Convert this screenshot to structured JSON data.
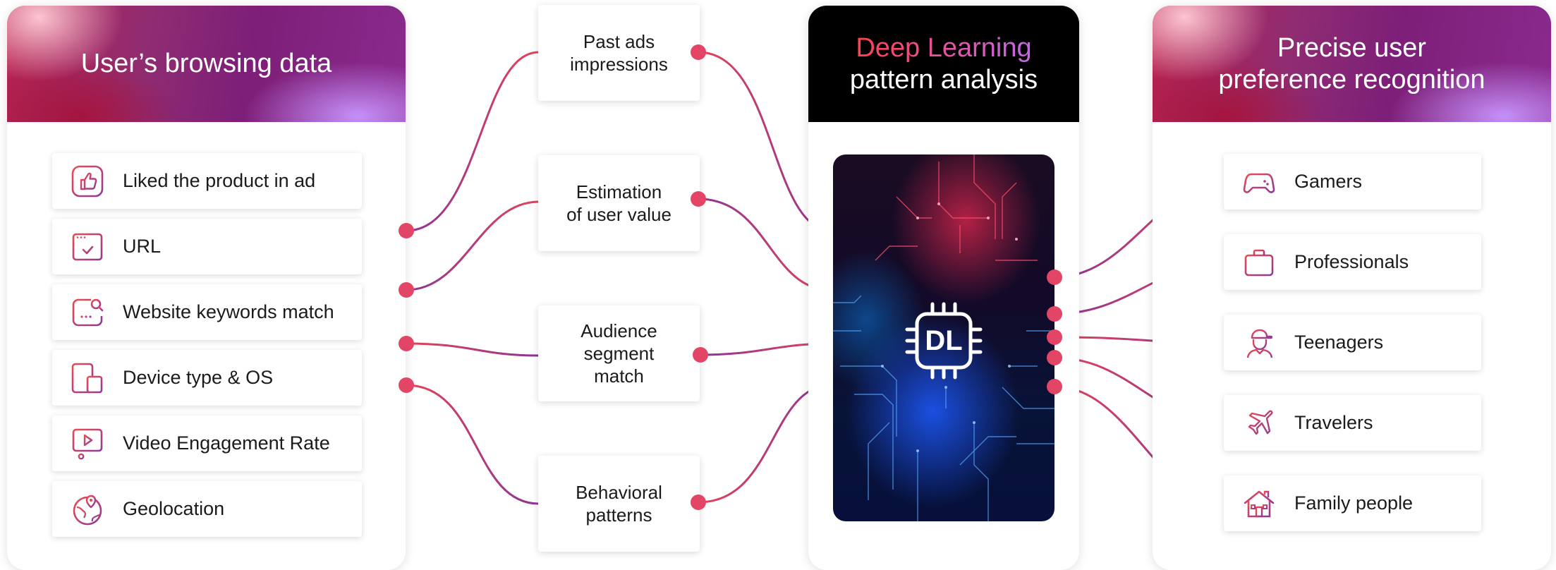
{
  "left_panel": {
    "title": "User’s browsing data",
    "items": [
      {
        "label": "Liked the product in ad",
        "icon": "thumbs-up-icon"
      },
      {
        "label": "URL",
        "icon": "browser-check-icon"
      },
      {
        "label": "Website keywords match",
        "icon": "keyword-search-icon"
      },
      {
        "label": "Device type & OS",
        "icon": "devices-icon"
      },
      {
        "label": "Video Engagement Rate",
        "icon": "video-play-icon"
      },
      {
        "label": "Geolocation",
        "icon": "globe-pin-icon"
      }
    ]
  },
  "middle_boxes": [
    {
      "lines": [
        "Past ads",
        "impressions"
      ]
    },
    {
      "lines": [
        "Estimation",
        "of user value"
      ]
    },
    {
      "lines": [
        "Audience",
        "segment",
        "match"
      ]
    },
    {
      "lines": [
        "Behavioral",
        "patterns"
      ]
    }
  ],
  "center_panel": {
    "title_accent": "Deep Learning",
    "title_rest": "pattern analysis",
    "chip_label": "DL",
    "chip_icon": "chip-icon"
  },
  "right_panel": {
    "title_line1": "Precise user",
    "title_line2": "preference recognition",
    "items": [
      {
        "label": "Gamers",
        "icon": "gamepad-icon"
      },
      {
        "label": "Professionals",
        "icon": "briefcase-icon"
      },
      {
        "label": "Teenagers",
        "icon": "teenager-icon"
      },
      {
        "label": "Travelers",
        "icon": "airplane-icon"
      },
      {
        "label": "Family people",
        "icon": "house-icon"
      }
    ]
  },
  "colors": {
    "accent_red": "#ee4a52",
    "accent_purple": "#8e3a96",
    "dot": "#e34567",
    "header_black": "#000000"
  }
}
